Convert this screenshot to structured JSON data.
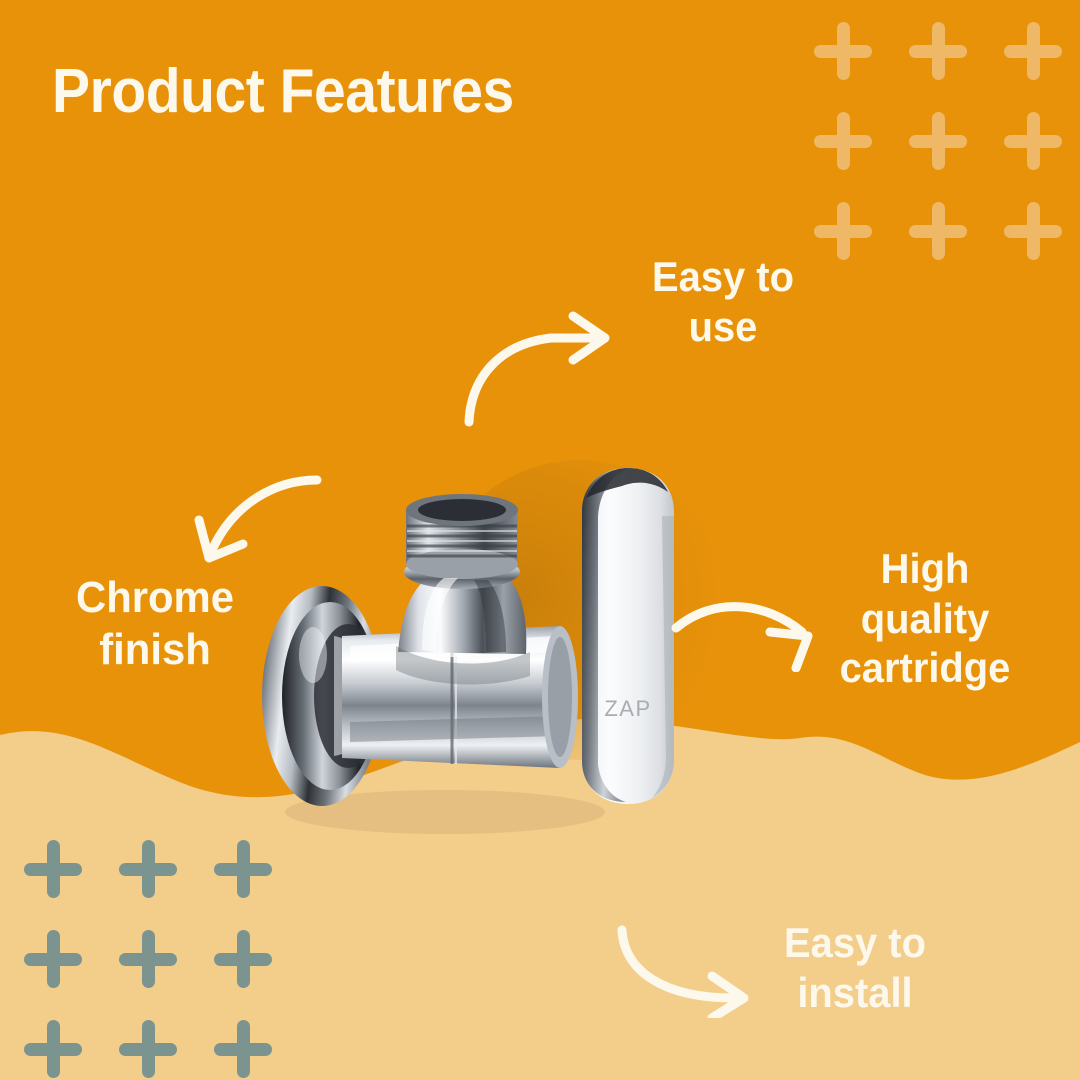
{
  "page": {
    "title": "Product Features",
    "background_orange": "#e8920a",
    "background_sand": "#f3cd8a",
    "text_color": "#fdf8ec"
  },
  "decorations": {
    "plus_top_right": {
      "icon": "plus-icon",
      "color": "#efb866",
      "rows": 3,
      "cols": 3
    },
    "plus_bottom_left": {
      "icon": "plus-icon",
      "color": "#7c9490",
      "rows": 3,
      "cols": 3
    },
    "wave_divider": {
      "name": "wave-divider",
      "color": "#f3cd8a"
    }
  },
  "features": [
    {
      "id": "easy-to-use",
      "label": "Easy to\nuse",
      "arrow": "curved-arrow-up-right"
    },
    {
      "id": "chrome-finish",
      "label": "Chrome\nfinish",
      "arrow": "curved-arrow-down-left"
    },
    {
      "id": "high-quality-cartridge",
      "label": "High\nquality\ncartridge",
      "arrow": "curved-arrow-right"
    },
    {
      "id": "easy-to-install",
      "label": "Easy to\ninstall",
      "arrow": "curved-arrow-down-right"
    }
  ],
  "product": {
    "name": "chrome-angle-valve",
    "brand_text": "ZAP",
    "finish_color": "#c9ccd0",
    "parts": [
      "wall-flange",
      "valve-body",
      "threaded-outlet-spout",
      "oval-lever-handle"
    ]
  }
}
